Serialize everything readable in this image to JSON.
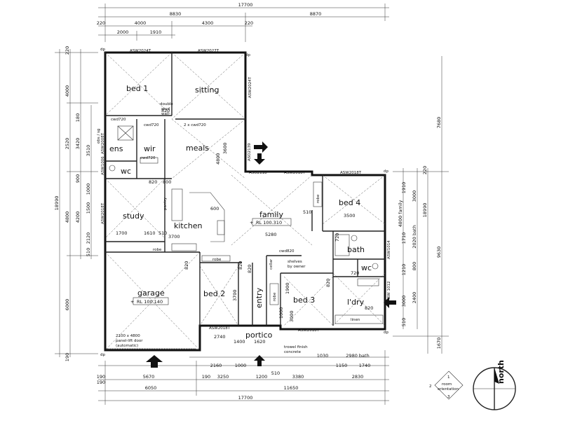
{
  "rooms": {
    "bed1": "bed 1",
    "sitting": "sitting",
    "ens": "ens",
    "wir": "wir",
    "meals": "meals",
    "wc1": "wc",
    "study": "study",
    "kitchen": "kitchen",
    "pantry": "pantry",
    "family": "family",
    "bed4": "bed 4",
    "bath": "bath",
    "wc2": "wc",
    "laundry": "l'dry",
    "bed2": "bed 2",
    "entry": "entry",
    "bed3": "bed 3",
    "garage": "garage",
    "portico": "portico",
    "robe": "robe",
    "linen": "linen",
    "cellar": "cellar"
  },
  "levels": {
    "family": "RL 100.310",
    "garage": "RL 100.140"
  },
  "notes": {
    "double_stud_wall": [
      "double",
      "stud",
      "wall"
    ],
    "shelves": [
      "shelves",
      "by owner"
    ],
    "garage_door": [
      "2100 x 4800",
      "panel-lift door",
      "(automatic)"
    ],
    "trowel": [
      "trowel finish",
      "concrete"
    ],
    "dp": "dp"
  },
  "windows": {
    "w1": "ASW2024T",
    "w2": "ASW2027T",
    "w3": "ASW2024T",
    "w4": "ASW2008T",
    "w5": "ASW1006",
    "w6": "ASO2139",
    "w7": "ASO2118",
    "w8": "ASW2018T",
    "w9": "ASW2018T",
    "w10": "ASW2018T",
    "w11": "ASW1014",
    "w12": "ASW 1012",
    "w13": "ASW2018T",
    "w14": "ASW2018T",
    "cwd1": "cwd720",
    "cwd2": "cwd720",
    "cwd3": "2 x cwd720",
    "cwd4": "cwd720",
    "cwd5": "cwd820",
    "obs": "obs / sg"
  },
  "dimensions": {
    "top_total": "17700",
    "top_a": "8830",
    "top_b": "8870",
    "top_c1": "220",
    "top_c2": "4000",
    "top_c3": "4300",
    "top_c4": "220",
    "top_d1": "2000",
    "top_d2": "1910",
    "bot_total": "17700",
    "bot_a": "6050",
    "bot_b": "11650",
    "bot_c1": "190",
    "bot_c2": "5670",
    "bot_c3": "190",
    "bot_d1": "3250",
    "bot_d2": "1200",
    "bot_d3": "3380",
    "bot_d4": "2830",
    "bot_d5": "190",
    "bot_e1": "2160",
    "bot_e2": "1000",
    "bot_e3": "1030",
    "bot_e4": "2980 bath",
    "bot_e5": "1150",
    "bot_e6": "1740",
    "bot_f1": "510",
    "left_total": "18990",
    "left_a": "4000",
    "left_b": "2520",
    "left_c": "3420",
    "left_d": "3510",
    "left_e": "900",
    "left_f": "4800",
    "left_g": "4200",
    "left_h": "1500",
    "left_i": "2120",
    "left_j": "6000",
    "left_k": "1000",
    "left_l": "190",
    "left_m": "220",
    "left_n": "180",
    "left_o": "510",
    "right_total": "18990",
    "right_a": "7680",
    "right_b": "9630",
    "right_c": "1670",
    "right_d": "1910",
    "right_e": "3000",
    "right_f": "4800 family",
    "right_g": "1710",
    "right_h": "2020 bath",
    "right_i": "1210",
    "right_j": "800",
    "right_k": "3000",
    "right_l": "2400",
    "right_m": "510",
    "right_n": "220",
    "in_1": "3600",
    "in_2": "4800",
    "in_3": "3700",
    "in_4": "1700",
    "in_5": "1610",
    "in_6": "510",
    "in_7": "5280",
    "in_8": "3500",
    "in_9": "3700",
    "in_10": "1900",
    "in_11": "3000",
    "in_12": "2740",
    "in_13": "1400",
    "in_14": "1620",
    "in_15": "820",
    "in_16": "820",
    "in_17": "800",
    "in_18": "820",
    "in_19": "510",
    "in_20": "820",
    "in_21": "720",
    "in_22": "820",
    "in_23": "720",
    "in_24": "820",
    "in_25": "820",
    "in_26": "600",
    "in_27": "1000"
  },
  "compass": {
    "label": "north",
    "n1": "1",
    "n2": "2",
    "n3": "3",
    "room_orientation": [
      "room",
      "orientation"
    ]
  }
}
